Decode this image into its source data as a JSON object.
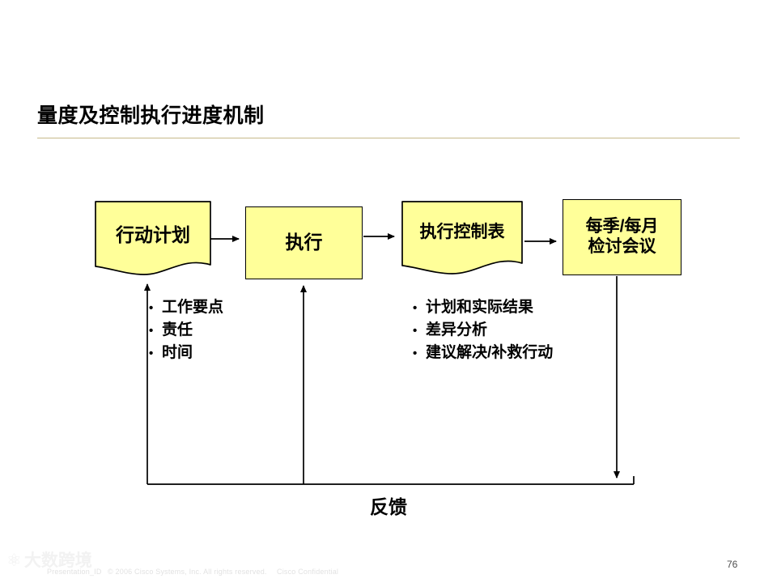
{
  "slide": {
    "title": "量度及控制执行进度机制",
    "page_number": "76",
    "accent_rule_color": "#c6b98a",
    "node_fill_color": "#ffff99"
  },
  "diagram": {
    "nodes": [
      {
        "id": "action-plan",
        "label": "行动计划",
        "shape": "document"
      },
      {
        "id": "execute",
        "label": "执行",
        "shape": "rectangle"
      },
      {
        "id": "control-sheet",
        "label": "执行控制表",
        "shape": "document"
      },
      {
        "id": "review-meeting",
        "label_line1": "每季/每月",
        "label_line2": "检讨会议",
        "shape": "rectangle"
      }
    ],
    "bullets_left": [
      "工作要点",
      "责任",
      "时间"
    ],
    "bullets_right": [
      "计划和实际结果",
      "差异分析",
      "建议解决/补救行动"
    ],
    "feedback_label": "反馈",
    "bullet_glyph": "•"
  },
  "footer": {
    "presentation_id": "Presentation_ID",
    "copyright": "© 2006  Cisco Systems, Inc. All rights reserved.",
    "confidential": "Cisco Confidential",
    "watermark_text": "大数跨境"
  }
}
